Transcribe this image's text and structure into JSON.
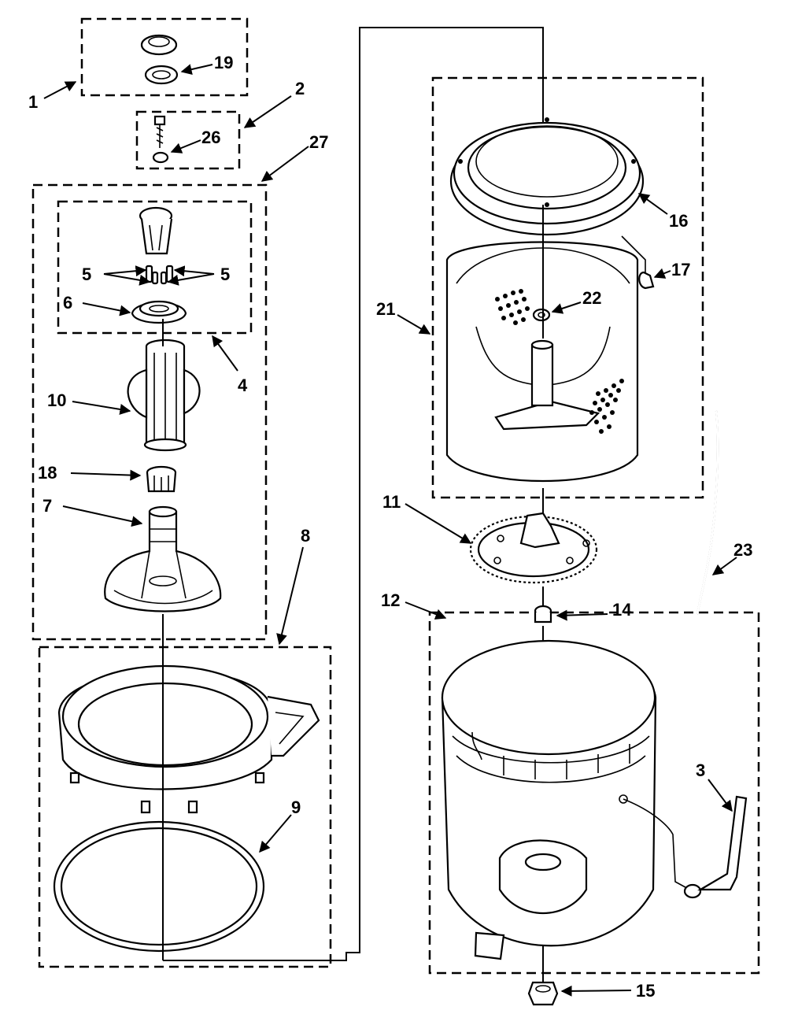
{
  "diagram": {
    "callouts": {
      "c1": "1",
      "c19": "19",
      "c2": "2",
      "c26": "26",
      "c27": "27",
      "c5_left": "5",
      "c5_right": "5",
      "c6": "6",
      "c4": "4",
      "c10": "10",
      "c18": "18",
      "c7": "7",
      "c8": "8",
      "c9": "9",
      "c16": "16",
      "c17": "17",
      "c21": "21",
      "c22": "22",
      "c11": "11",
      "c23": "23",
      "c12": "12",
      "c14": "14",
      "c3": "3",
      "c15": "15"
    }
  }
}
